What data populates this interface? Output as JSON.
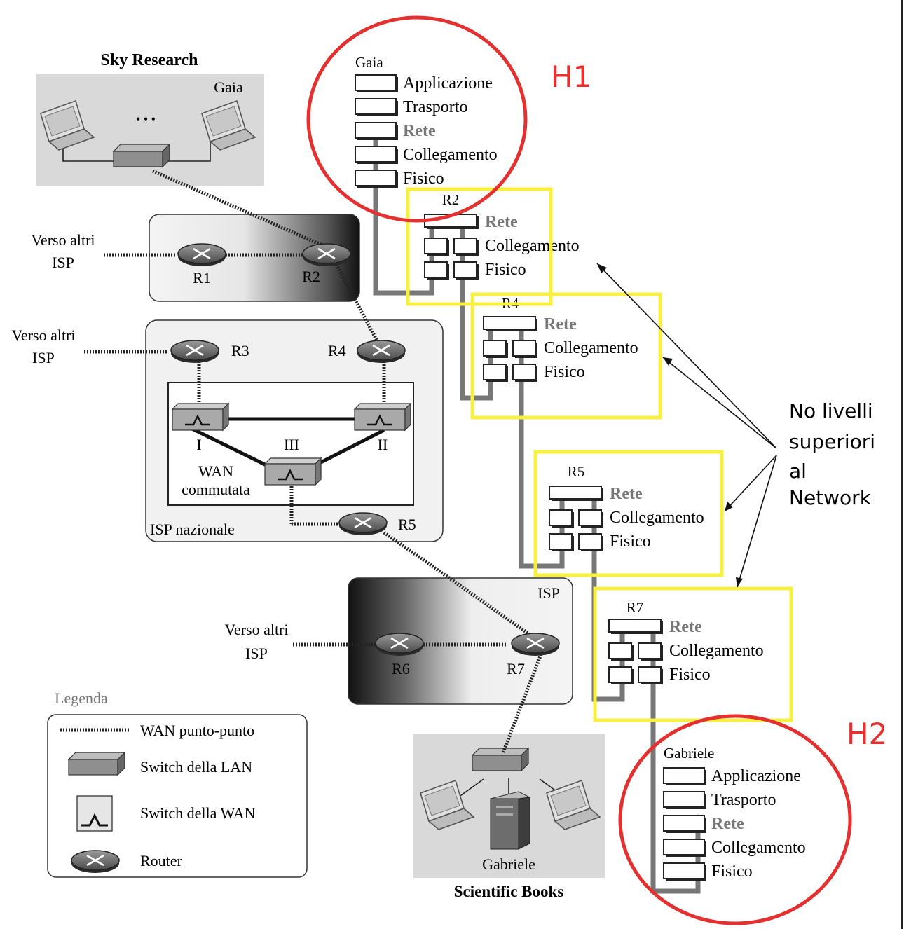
{
  "lan_top": {
    "title": "Sky Research",
    "host": "Gaia",
    "dots": "• • •"
  },
  "lan_bottom": {
    "title": "Scientific Books",
    "host": "Gabriele"
  },
  "isp_regional": {
    "r1": "R1",
    "r2": "R2",
    "ext": [
      "Verso altri",
      "ISP"
    ]
  },
  "isp_national": {
    "label": "ISP nazionale",
    "r3": "R3",
    "r4": "R4",
    "r5": "R5",
    "ext": [
      "Verso altri",
      "ISP"
    ],
    "wan_label": [
      "WAN",
      "commutata"
    ],
    "switches": [
      "I",
      "II",
      "III"
    ]
  },
  "isp_local": {
    "label": "ISP",
    "r6": "R6",
    "r7": "R7",
    "ext": [
      "Verso altri",
      "ISP"
    ]
  },
  "legend": {
    "title": "Legenda",
    "items": [
      "WAN punto-punto",
      "Switch della LAN",
      "Switch della WAN",
      "Router"
    ]
  },
  "stack_full": [
    "Applicazione",
    "Trasporto",
    "Rete",
    "Collegamento",
    "Fisico"
  ],
  "stack_router": [
    "Rete",
    "Collegamento",
    "Fisico"
  ],
  "stacks": {
    "gaia": "Gaia",
    "r2": "R2",
    "r4": "R4",
    "r5": "R5",
    "r7": "R7",
    "gabriele": "Gabriele"
  },
  "annotations": {
    "h1": "H1",
    "h2": "H2",
    "note": [
      "No livelli",
      "superiori",
      "al",
      "Network"
    ]
  },
  "colors": {
    "red": "#e53030",
    "yellow": "#f7f040",
    "path": "#777777",
    "ispbox": "#f1f1f1",
    "lanbox": "#d9d9d9"
  }
}
